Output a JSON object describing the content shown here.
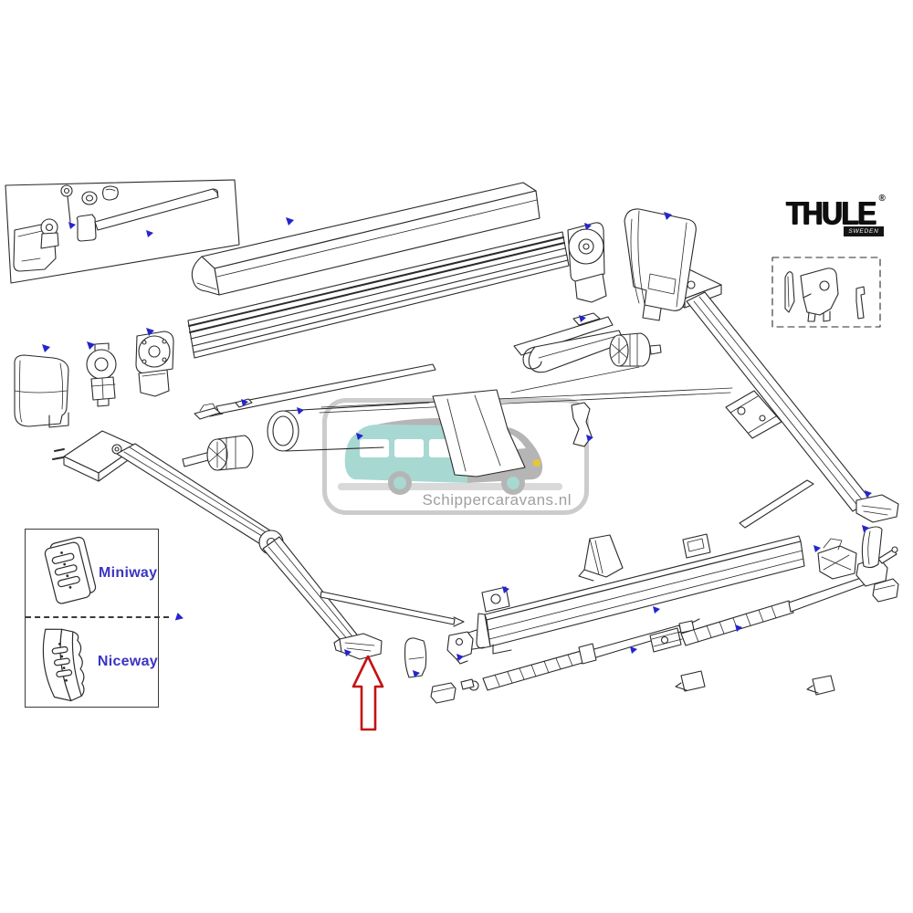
{
  "branding": {
    "logo_text": "THULE",
    "registered_mark": "®",
    "logo_sub_label": "SWEDEN"
  },
  "watermark": {
    "text": "Schippercaravans.nl",
    "teal": "#a8d8d2",
    "gray": "#b5b5b5",
    "text_color": "#9f9f9f",
    "accent_yellow": "#e8c832"
  },
  "legend": {
    "items": [
      {
        "label": "Miniway"
      },
      {
        "label": "Niceway"
      }
    ],
    "label_color": "#3b35c0"
  },
  "annotations": {
    "pointer_arrow_color": "#c41212",
    "position_marker_color": "#2525cc",
    "line_art_color": "#2b2b2b"
  }
}
